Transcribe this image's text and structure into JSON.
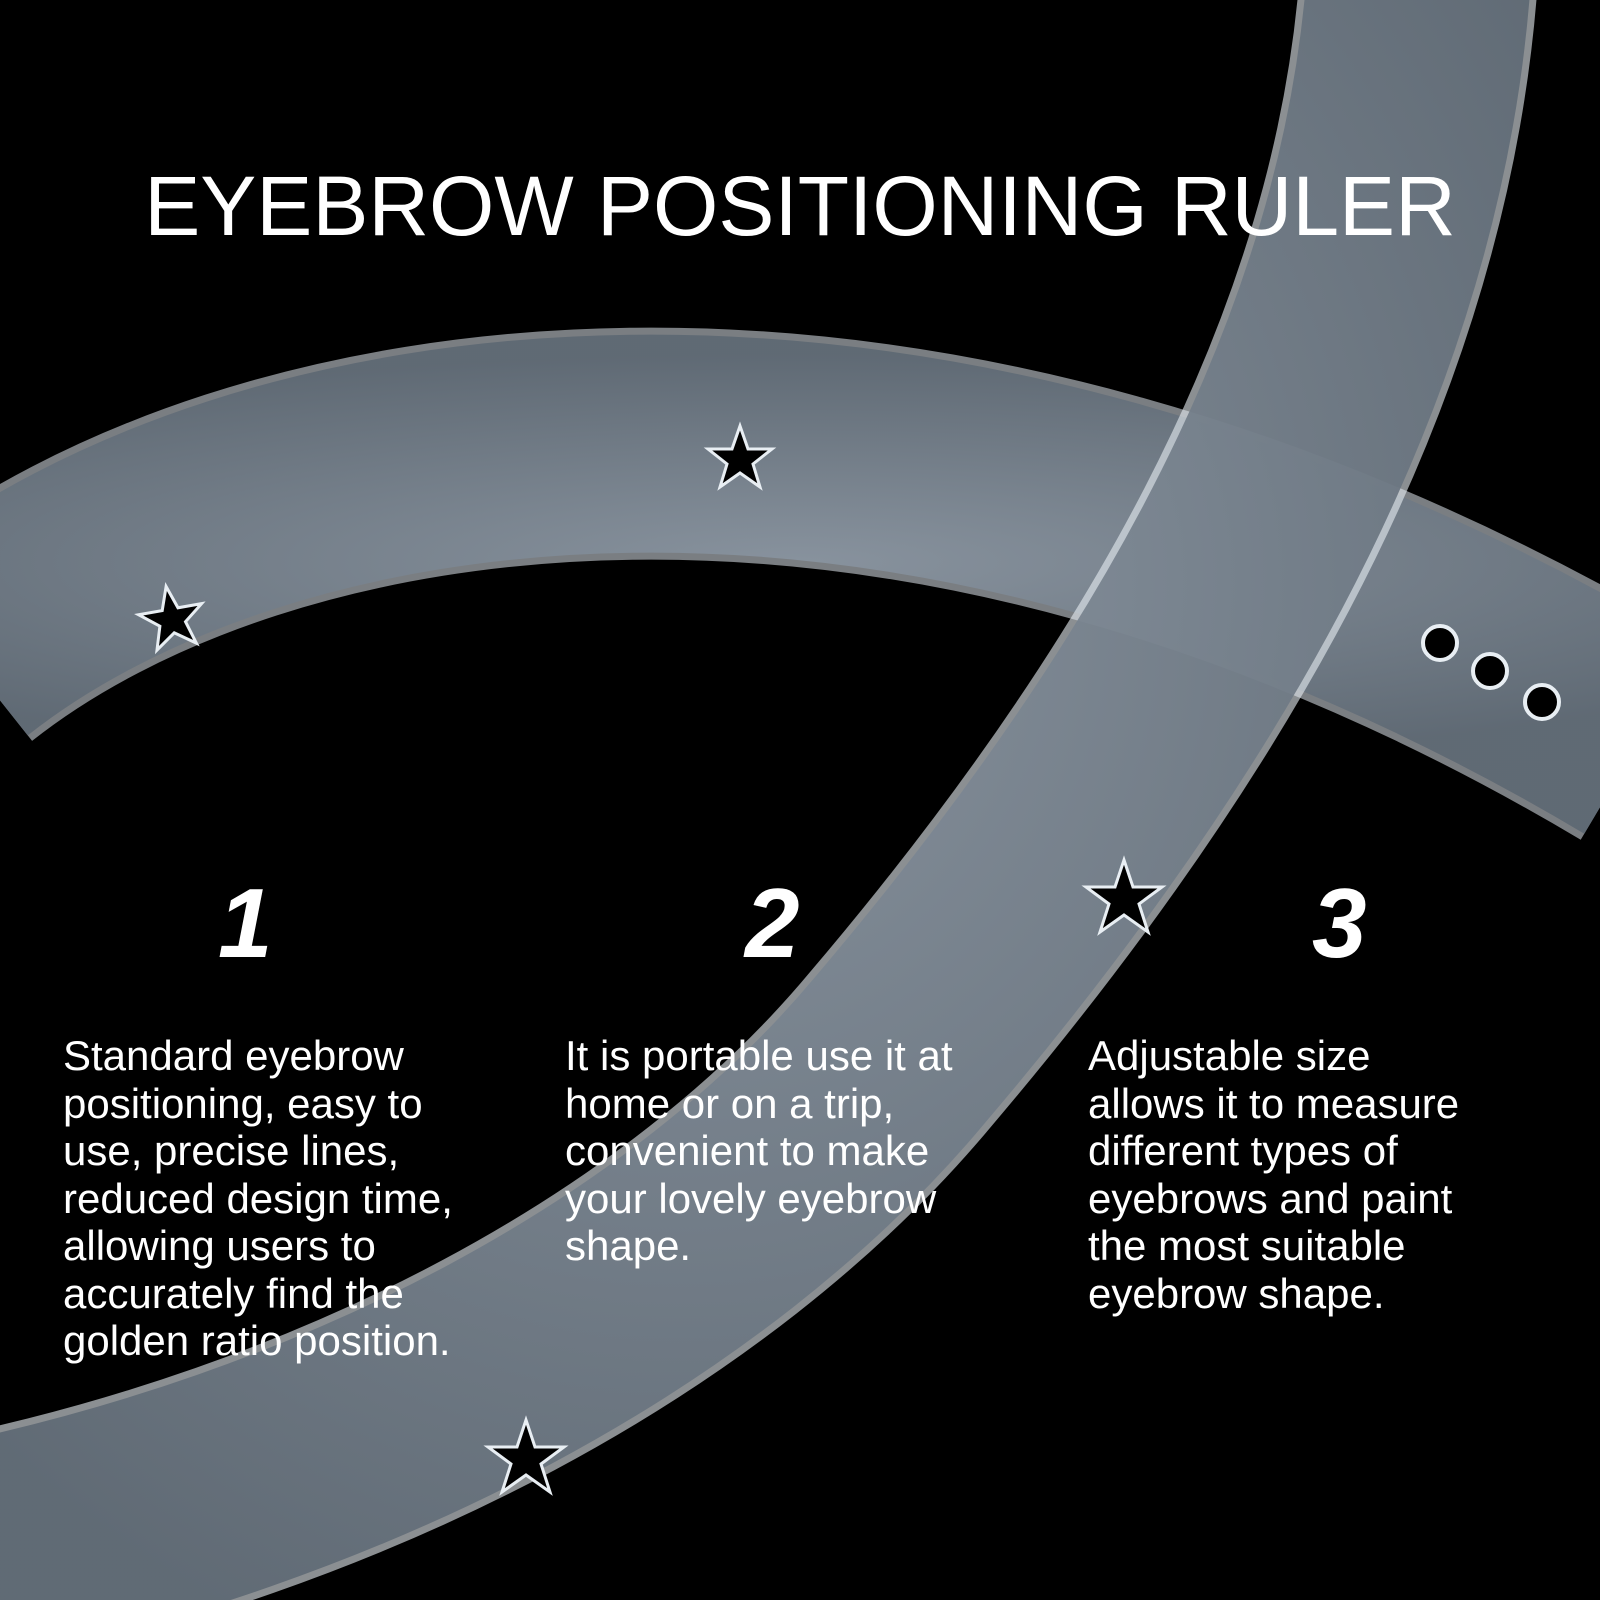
{
  "title": "EYEBROW POSITIONING RULER",
  "colors": {
    "background": "#000000",
    "text": "#ffffff",
    "ruler_fill": "#6f7b86",
    "ruler_edge": "#dfe6ec"
  },
  "decorations": {
    "ruler_icon": "transparent-eyebrow-ruler-band",
    "star_icon": "star-cutout-icon",
    "hole_icon": "circle-hole-icon"
  },
  "features": [
    {
      "number": "1",
      "lines": [
        "Standard eyebrow",
        "positioning, easy to",
        "use, precise lines,",
        "reduced design time,",
        "allowing users to",
        "accurately find the",
        "golden ratio position."
      ]
    },
    {
      "number": "2",
      "lines": [
        "It is portable use it at",
        "home or on a trip,",
        "convenient to make",
        "your lovely eyebrow",
        "shape."
      ]
    },
    {
      "number": "3",
      "lines": [
        "Adjustable size",
        "allows it to measure",
        "different types of",
        "eyebrows and paint",
        "the most suitable",
        "eyebrow shape."
      ]
    }
  ]
}
